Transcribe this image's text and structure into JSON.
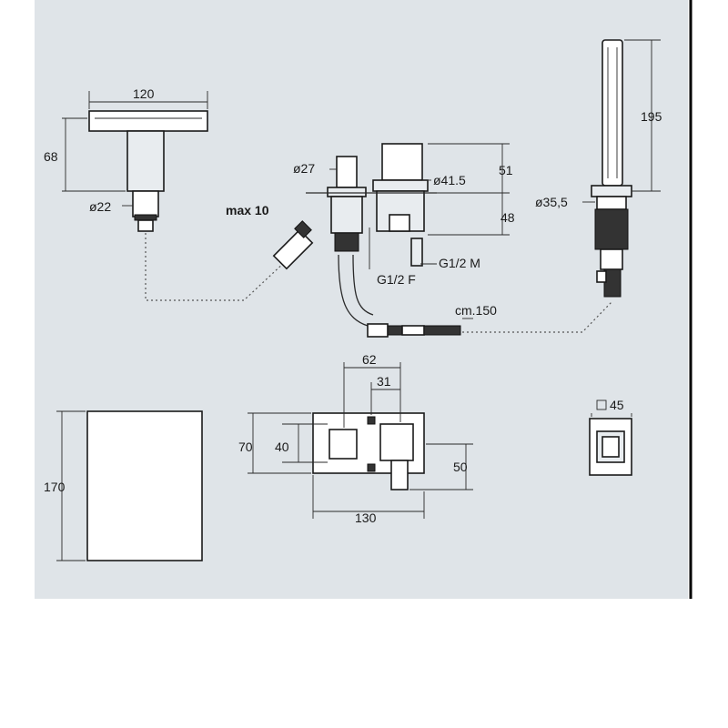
{
  "colors": {
    "panel": "#dfe4e8",
    "ink": "#1a1a1a",
    "frame": "#000000"
  },
  "dimensions": {
    "spout_width": "120",
    "spout_height": "68",
    "spout_diameter": "ø22",
    "handle_diameter": "ø27",
    "max_thickness": "max 10",
    "mixer_diameter": "ø41.5",
    "mixer_upper": "51",
    "mixer_lower": "48",
    "thread_female": "G1/2 F",
    "thread_male": "G1/2 M",
    "shower_length": "195",
    "shower_diameter": "ø35,5",
    "hose_length": "cm.150",
    "plate_height": "170",
    "top_width_62": "62",
    "top_width_31": "31",
    "top_height_70": "70",
    "top_height_40": "40",
    "top_height_50": "50",
    "top_width_130": "130",
    "square_size": "45"
  }
}
